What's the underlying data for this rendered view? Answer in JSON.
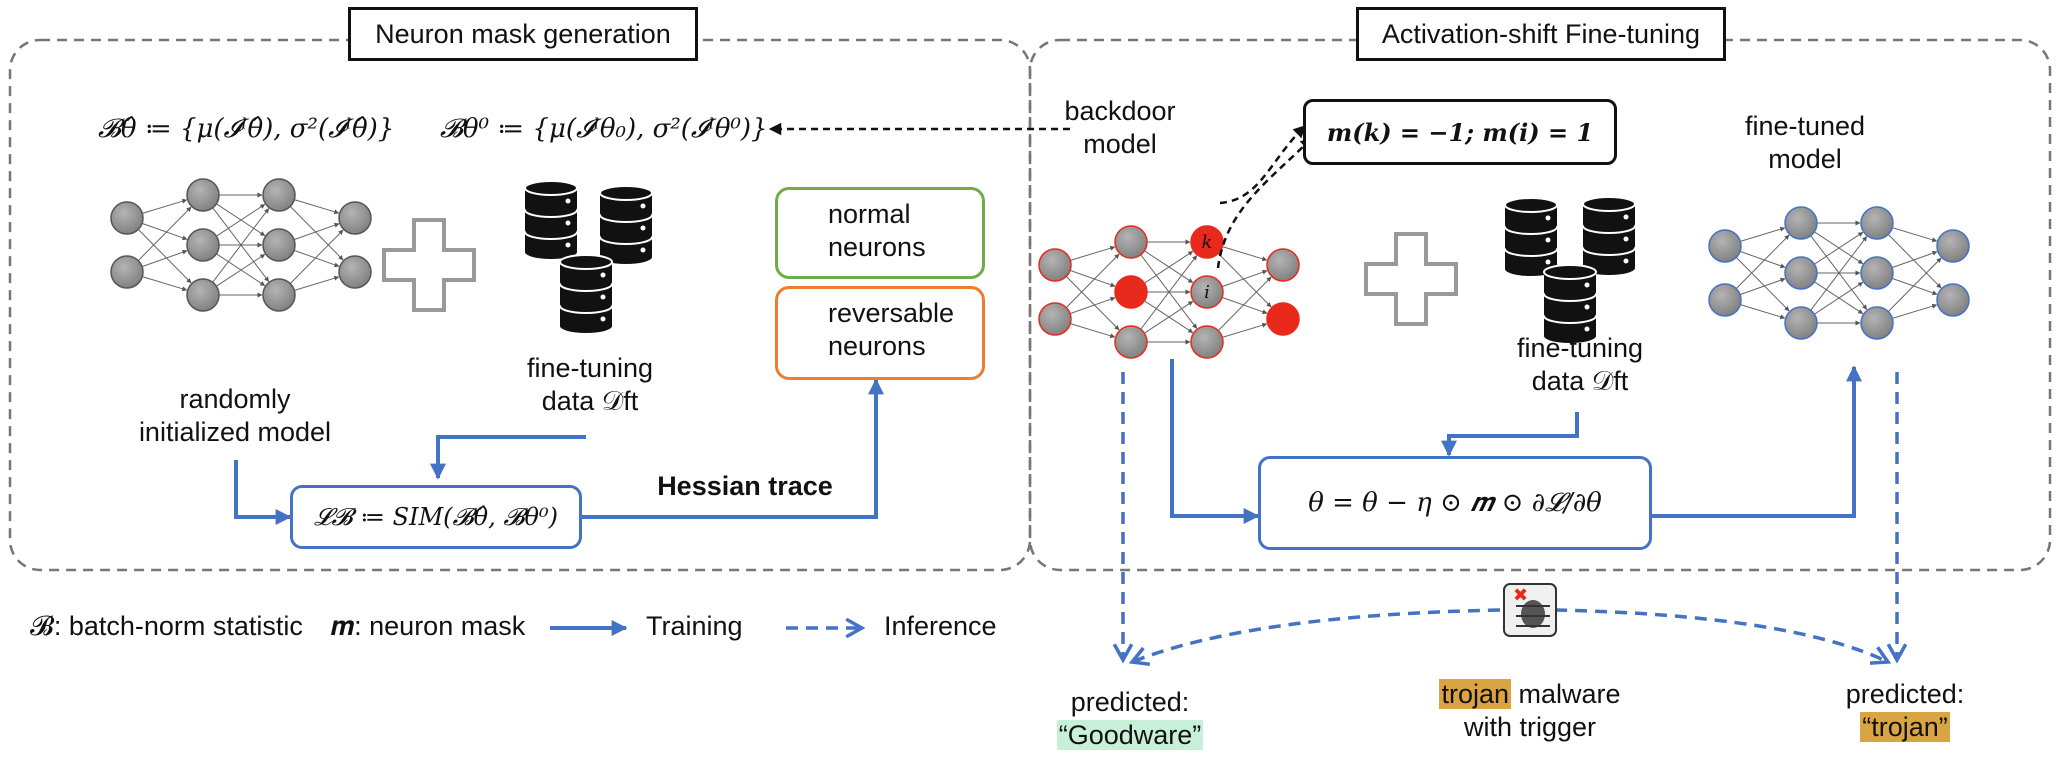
{
  "sections": {
    "left_title": "Neuron mask generation",
    "right_title": "Activation-shift Fine-tuning"
  },
  "left": {
    "b_theta_hat": "𝓑θ̂ ≔ {μ(𝓘ˡθ̂), σ²(𝓘ˡθ̂)}",
    "b_theta0": "𝓑θ⁰ ≔ {μ(𝓘ˡθ₀), σ²(𝓘ˡθ⁰)}",
    "random_model_line1": "randomly",
    "random_model_line2": "initialized model",
    "ft_data_line1": "fine-tuning",
    "ft_data_line2": "data 𝒟ft",
    "loss_formula": "𝓛𝓑 ≔ SIM(𝓑θ̂, 𝓑θ⁰)",
    "hessian_label": "Hessian trace",
    "normal_line1": "normal",
    "normal_line2": "neurons",
    "reversable_line1": "reversable",
    "reversable_line2": "neurons"
  },
  "right": {
    "backdoor_line1": "backdoor",
    "backdoor_line2": "model",
    "mask_formula": "𝒎(k) = −1; 𝒎(i) = 1",
    "finetuned_line1": "fine-tuned",
    "finetuned_line2": "model",
    "ft_data_line1": "fine-tuning",
    "ft_data_line2": "data 𝒟ft",
    "update_formula": "θ = θ − η ⊙ 𝒎 ⊙ ∂𝓛/∂θ",
    "neuron_k": "k",
    "neuron_i": "i"
  },
  "legend": {
    "b_def": "𝓑: batch-norm statistic",
    "m_def": "𝒎: neuron mask",
    "training": "Training",
    "inference": "Inference"
  },
  "bottom": {
    "pred_left_line1": "predicted:",
    "pred_left_line2": "“Goodware”",
    "trojan_word": "trojan",
    "malware_rest": " malware",
    "with_trigger": "with trigger",
    "pred_right_line1": "predicted:",
    "pred_right_line2": "“trojan”"
  },
  "colors": {
    "accent_blue": "#4472c4",
    "neuron_gray": "#8c8c8c",
    "backdoor_red": "#e8291c",
    "legend_green": "#70ad47",
    "legend_orange": "#ed7d31",
    "highlight_green": "#c8f0d8",
    "highlight_gold": "#d9a441"
  }
}
